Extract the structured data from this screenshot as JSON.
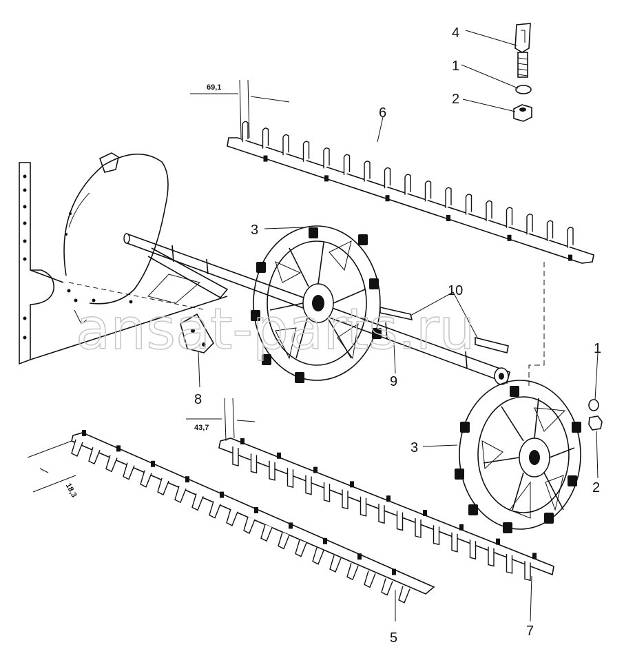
{
  "watermark": "ansat-parts.ru",
  "callouts": [
    {
      "id": "c4",
      "label": "4"
    },
    {
      "id": "c1a",
      "label": "1"
    },
    {
      "id": "c2a",
      "label": "2"
    },
    {
      "id": "c6",
      "label": "6"
    },
    {
      "id": "c3a",
      "label": "3"
    },
    {
      "id": "c10",
      "label": "10"
    },
    {
      "id": "c9",
      "label": "9"
    },
    {
      "id": "c8",
      "label": "8"
    },
    {
      "id": "c1b",
      "label": "1"
    },
    {
      "id": "c3b",
      "label": "3"
    },
    {
      "id": "c2b",
      "label": "2"
    },
    {
      "id": "c5",
      "label": "5"
    },
    {
      "id": "c7",
      "label": "7"
    }
  ],
  "dimensions": [
    {
      "id": "d1",
      "label": "69,1"
    },
    {
      "id": "d2",
      "label": "43,7"
    },
    {
      "id": "d3",
      "label": "18,3"
    }
  ]
}
